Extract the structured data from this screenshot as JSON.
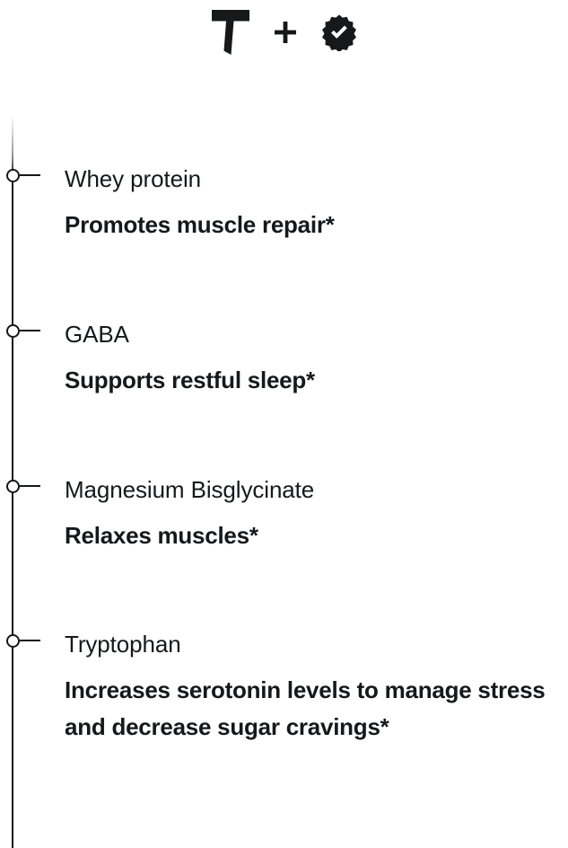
{
  "header": {
    "logo_letter": "T",
    "logo_icon": "letter-t-logo",
    "plus_icon": "plus-icon",
    "badge_icon": "verified-check-badge-icon"
  },
  "timeline": {
    "entries": [
      {
        "name": "Whey protein",
        "benefit": "Promotes muscle repair*",
        "marker": "timeline-marker-circle"
      },
      {
        "name": "GABA",
        "benefit": "Supports restful sleep*",
        "marker": "timeline-marker-circle"
      },
      {
        "name": "Magnesium Bisglycinate",
        "benefit": "Relaxes muscles*",
        "marker": "timeline-marker-circle"
      },
      {
        "name": "Tryptophan",
        "benefit": "Increases serotonin levels to manage stress and decrease sugar cravings*",
        "marker": "timeline-marker-circle"
      }
    ]
  },
  "colors": {
    "background": "#ffffff",
    "ink": "#16181a",
    "axis_fade": "#d5d7d9"
  }
}
